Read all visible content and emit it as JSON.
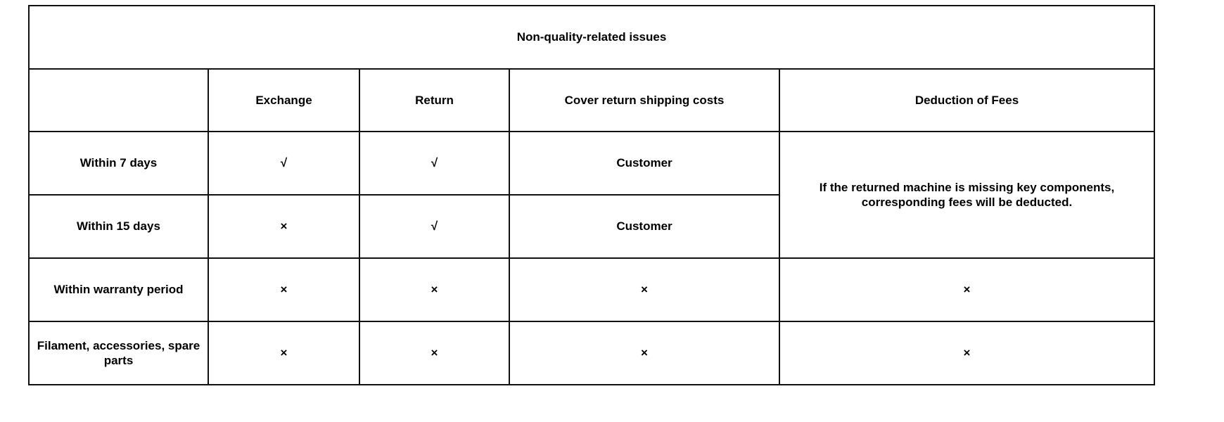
{
  "table": {
    "banner": "Non-quality-related issues",
    "corner_label": "",
    "columns": [
      {
        "key": "exchange",
        "label": "Exchange"
      },
      {
        "key": "return",
        "label": "Return"
      },
      {
        "key": "shipping",
        "label": "Cover return shipping costs"
      },
      {
        "key": "fees",
        "label": "Deduction of Fees"
      }
    ],
    "marks": {
      "check": "√",
      "cross": "×"
    },
    "fees_note": "If the returned machine is missing key components, corresponding fees will be deducted.",
    "rows": [
      {
        "label": "Within 7 days",
        "exchange": "√",
        "return": "√",
        "shipping": "Customer"
      },
      {
        "label": "Within 15 days",
        "exchange": "×",
        "return": "√",
        "shipping": "Customer"
      },
      {
        "label": "Within warranty period",
        "exchange": "×",
        "return": "×",
        "shipping": "×",
        "fees": "×"
      },
      {
        "label": "Filament, accessories, spare parts",
        "exchange": "×",
        "return": "×",
        "shipping": "×",
        "fees": "×"
      }
    ]
  },
  "colors": {
    "border": "#111111",
    "text": "#000000",
    "background": "#ffffff"
  }
}
